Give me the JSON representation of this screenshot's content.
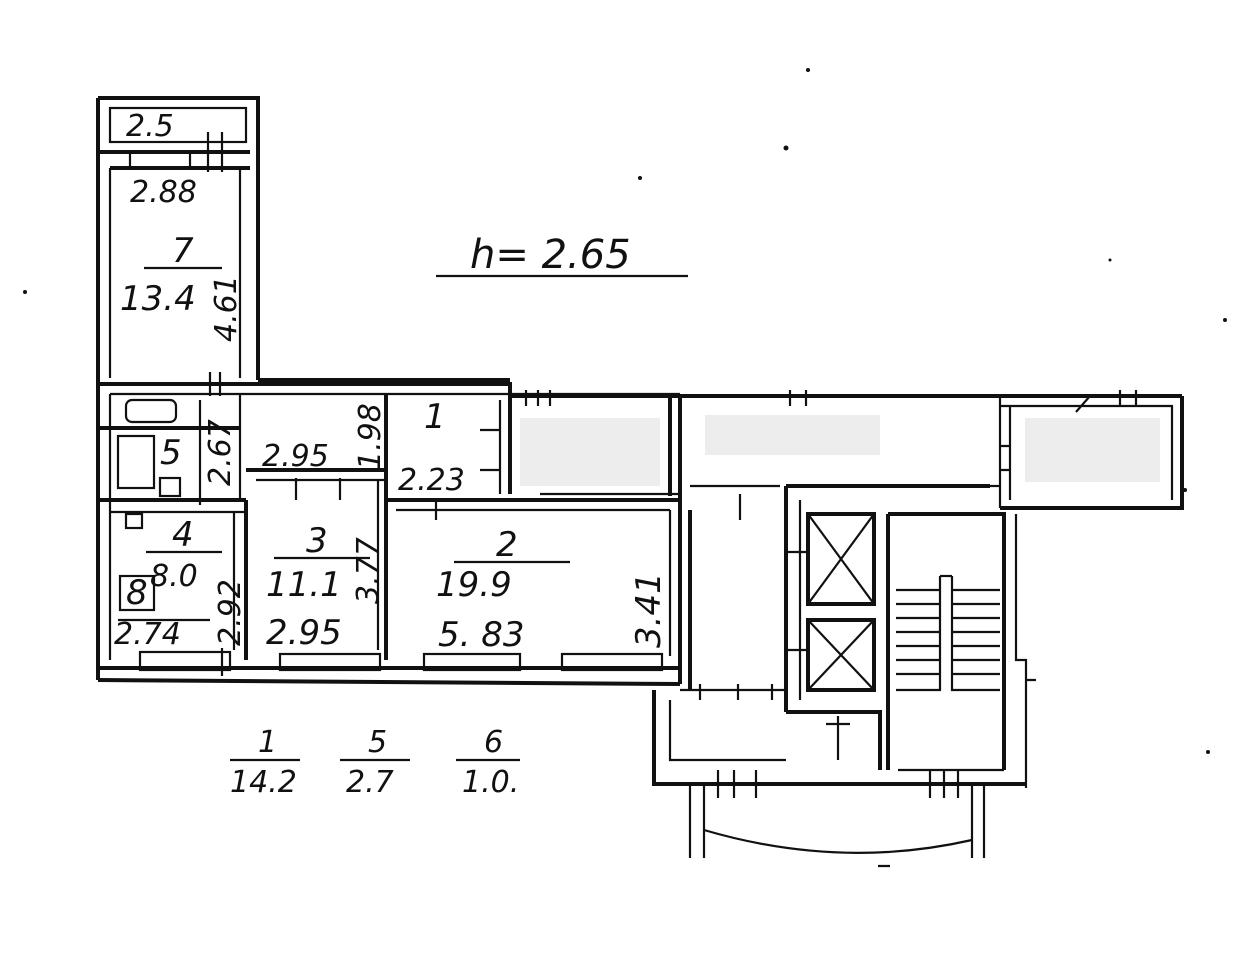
{
  "header": {
    "ceiling_height": "h= 2.65"
  },
  "rooms": {
    "balcony": {
      "dim": "2.5"
    },
    "room7": {
      "number": "7",
      "area": "13.4",
      "width": "2.88",
      "length": "4.61"
    },
    "room5": {
      "number": "5",
      "dim": "2.67"
    },
    "corridor": {
      "width": "2.95",
      "length": "1.98"
    },
    "room1": {
      "number": "1",
      "width": "2.23"
    },
    "room4": {
      "number": "4",
      "area": "8.0",
      "width": "2.74",
      "length": "2.92"
    },
    "room8": {
      "number": "8"
    },
    "room3": {
      "number": "3",
      "area": "11.1",
      "width": "2.95",
      "length": "3.77"
    },
    "room2": {
      "number": "2",
      "area": "19.9",
      "width": "5. 83",
      "length": "3.41"
    }
  },
  "legend": [
    {
      "number": "1",
      "area": "14.2"
    },
    {
      "number": "5",
      "area": "2.7"
    },
    {
      "number": "6",
      "area": "1.0."
    }
  ]
}
